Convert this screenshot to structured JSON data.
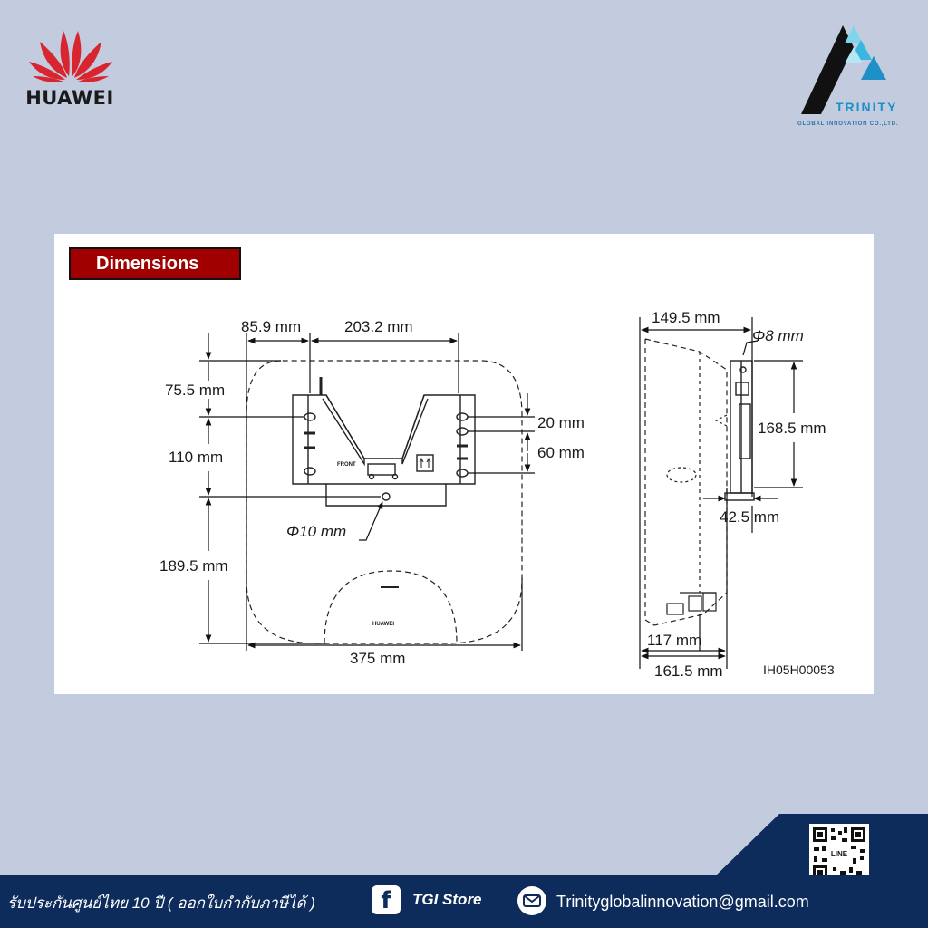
{
  "brand": {
    "huawei": "HUAWEI",
    "huawei_color": "#d7262f",
    "trinity": "TRINITY",
    "trinity_sub": "GLOBAL INNOVATION CO.,LTD."
  },
  "section": {
    "title": "Dimensions",
    "title_bg": "#a00000"
  },
  "front_view": {
    "dim_top_left": "85.9 mm",
    "dim_top_right": "203.2 mm",
    "dim_left_upper": "75.5 mm",
    "dim_left_mid": "110 mm",
    "dim_left_lower": "189.5 mm",
    "dim_right_upper": "20 mm",
    "dim_right_lower": "60 mm",
    "dim_hole": "Φ10 mm",
    "dim_bottom": "375 mm",
    "bracket_label": "FRONT",
    "body_logo": "HUAWEI"
  },
  "side_view": {
    "dim_top": "149.5 mm",
    "dim_hole": "Φ8 mm",
    "dim_bracket_height": "168.5 mm",
    "dim_bracket_depth": "42.5 mm",
    "dim_bottom_inner": "117 mm",
    "dim_bottom_outer": "161.5 mm",
    "drawing_code": "IH05H00053"
  },
  "footer": {
    "warranty": "รับประกันศูนย์ไทย 10 ปี ( ออกใบกำกับภาษีได้ )",
    "facebook_icon": "facebook-icon",
    "facebook": "TGI Store",
    "mail_icon": "mail-icon",
    "email": "Trinityglobalinnovation@gmail.com",
    "qr_label": "LINE",
    "bar_color": "#0d2c5b"
  }
}
